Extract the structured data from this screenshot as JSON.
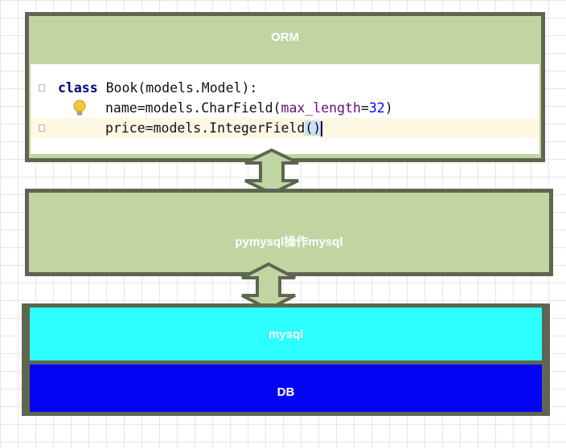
{
  "orm": {
    "label": "ORM"
  },
  "code": {
    "line1": {
      "keyword": "class",
      "rest": " Book(models.Model):"
    },
    "line2": {
      "prefix": "name=models.CharField(",
      "param": "max_length",
      "eq": "=",
      "num": "32",
      "close": ")"
    },
    "line3": {
      "prefix": "price=models.IntegerField",
      "parens": "()"
    }
  },
  "pymysql": {
    "label": "pymysql操作mysql"
  },
  "mysql": {
    "label": "mysql"
  },
  "db": {
    "label": "DB"
  },
  "colors": {
    "box_fill": "#c2d4a2",
    "box_border": "#5d6650",
    "mysql_fill": "#2cfffd",
    "db_fill": "#0404f5"
  }
}
